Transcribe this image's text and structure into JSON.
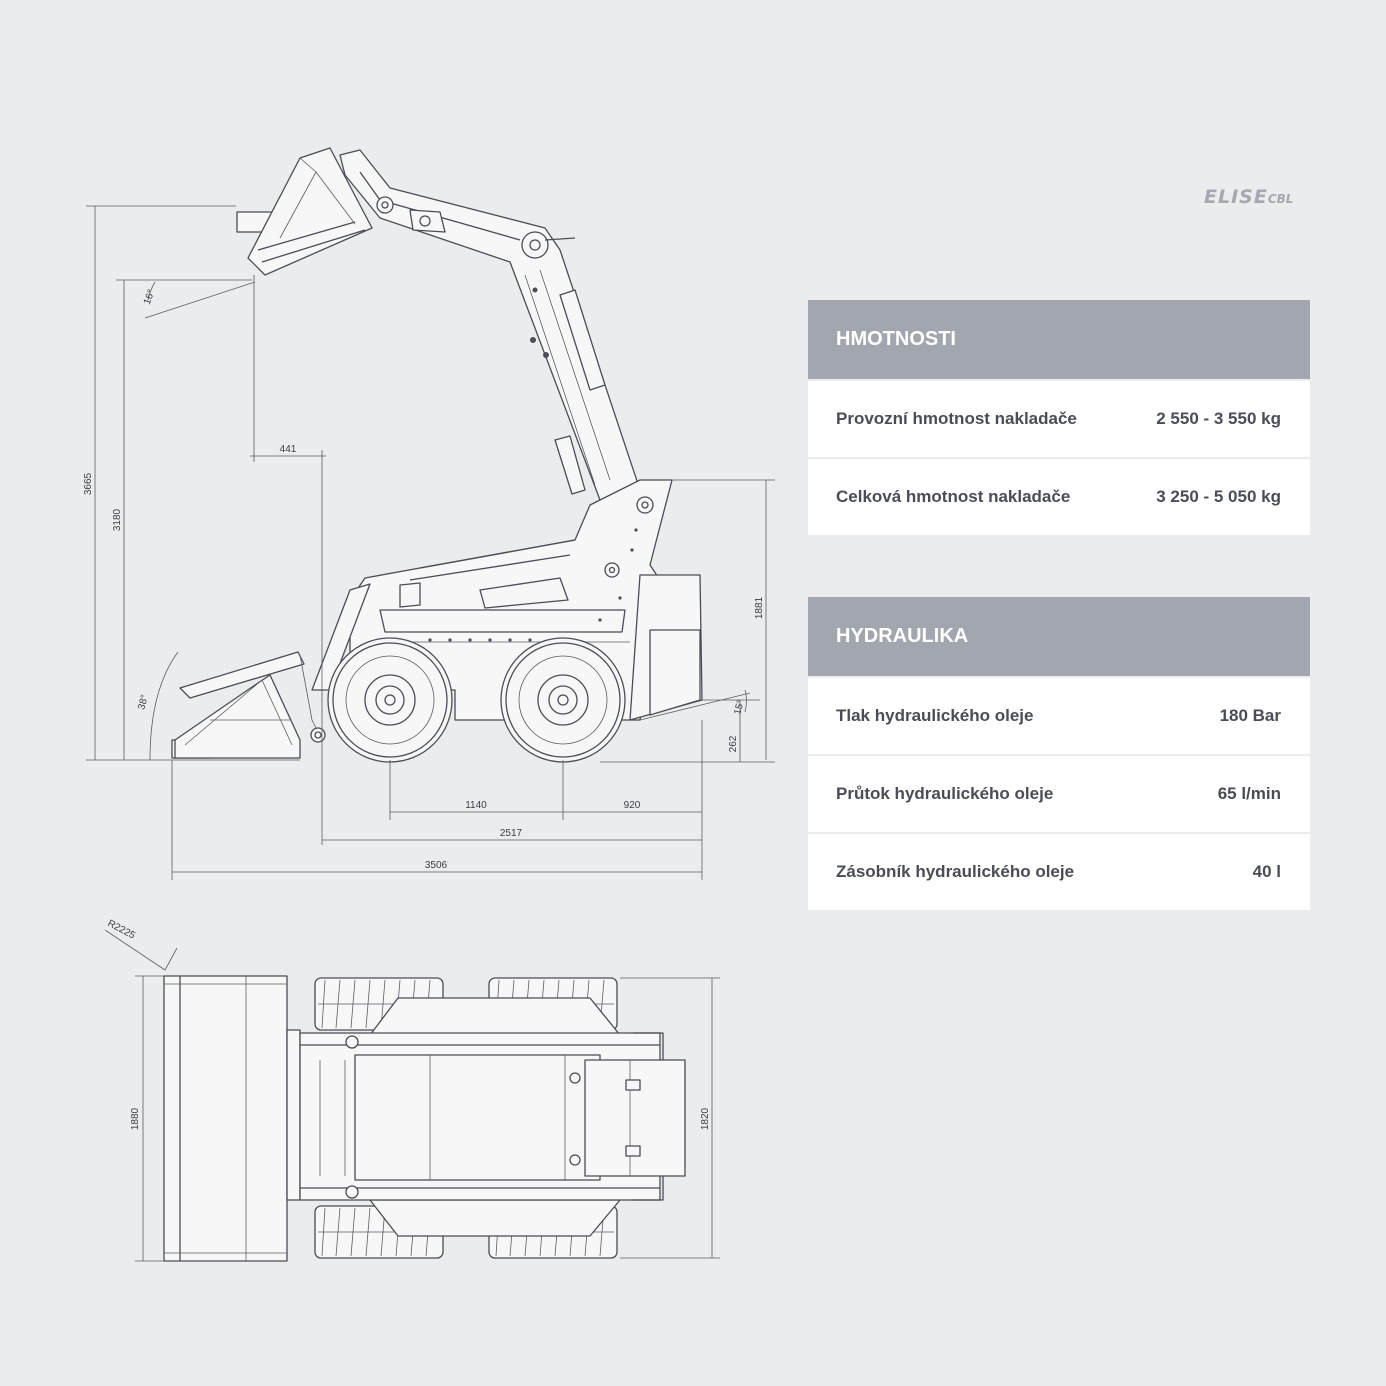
{
  "brand": {
    "logo_main": "ELISE",
    "logo_sub": "CBL",
    "logo_color": "#a4a8b0"
  },
  "colors": {
    "background": "#ebecee",
    "panel_header": "#a2a6ae",
    "row_background": "#ffffff",
    "line": "#4a4d55"
  },
  "panels": {
    "weights": {
      "title": "HMOTNOSTI",
      "rows": [
        {
          "label": "Provozní hmotnost nakladače",
          "value": "2 550 - 3 550 kg"
        },
        {
          "label": "Celková hmotnost nakladače",
          "value": "3 250 - 5 050 kg"
        }
      ]
    },
    "hydraulics": {
      "title": "HYDRAULIKA",
      "rows": [
        {
          "label": "Tlak hydraulického oleje",
          "value": "180 Bar"
        },
        {
          "label": "Průtok hydraulického oleje",
          "value": "65 l/min"
        },
        {
          "label": "Zásobník hydraulického oleje",
          "value": "40 l"
        }
      ]
    }
  },
  "dimensions": {
    "side_view": {
      "max_pin_height": "3665",
      "dump_height": "3180",
      "dump_reach": "441",
      "dump_angle": "16°",
      "rollback_angle": "38°",
      "machine_height": "1881",
      "departure_angle": "15°",
      "ground_clearance": "262",
      "wheelbase": "1140",
      "rear_overhang": "920",
      "length_without_bucket": "2517",
      "length_with_bucket": "3506"
    },
    "top_view": {
      "turning_radius": "R2225",
      "bucket_width": "1880",
      "machine_width": "1820"
    }
  }
}
